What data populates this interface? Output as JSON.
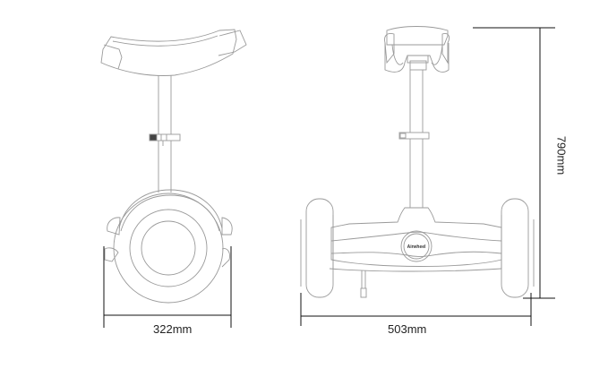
{
  "diagram": {
    "subject": "self-balancing scooter with seat",
    "views": [
      {
        "name": "side-view"
      },
      {
        "name": "front-view"
      }
    ],
    "brand_logo": "Airwheel",
    "dimensions": {
      "width_side": "322mm",
      "width_front": "503mm",
      "height": "790mm"
    },
    "colors": {
      "line": "#9a9a9a",
      "dimension_line": "#111111",
      "background": "#ffffff"
    }
  }
}
